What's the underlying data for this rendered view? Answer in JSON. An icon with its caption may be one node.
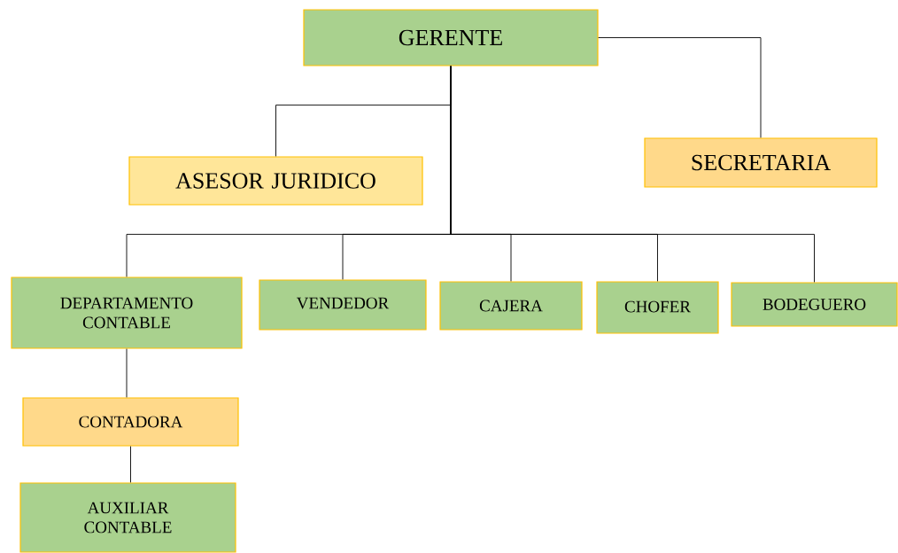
{
  "diagram": {
    "nodes": [
      {
        "text": [
          "GERENTE"
        ]
      },
      {
        "text": [
          "ASESOR JURIDICO"
        ]
      },
      {
        "text": [
          "SECRETARIA"
        ]
      },
      {
        "text": [
          "DEPARTAMENTO CONTABLE"
        ]
      },
      {
        "text": [
          "VENDEDOR"
        ]
      },
      {
        "text": [
          "CAJERA"
        ]
      },
      {
        "text": [
          "CHOFER"
        ]
      },
      {
        "text": [
          "BODEGUERO"
        ]
      },
      {
        "text": [
          "CONTADORA"
        ]
      },
      {
        "text": [
          "AUXILIAR CONTABLE"
        ]
      }
    ],
    "edges": [
      {
        "from": 0,
        "to": 1,
        "arrow": "none"
      },
      {
        "from": 0,
        "to": 2,
        "arrow": "none"
      },
      {
        "from": 0,
        "to": 3,
        "arrow": "none"
      },
      {
        "from": 0,
        "to": 4,
        "arrow": "none"
      },
      {
        "from": 0,
        "to": 5,
        "arrow": "none"
      },
      {
        "from": 0,
        "to": 6,
        "arrow": "none"
      },
      {
        "from": 0,
        "to": 7,
        "arrow": "none"
      },
      {
        "from": 3,
        "to": 8,
        "arrow": "none"
      },
      {
        "from": 8,
        "to": 9,
        "arrow": "none"
      }
    ]
  }
}
